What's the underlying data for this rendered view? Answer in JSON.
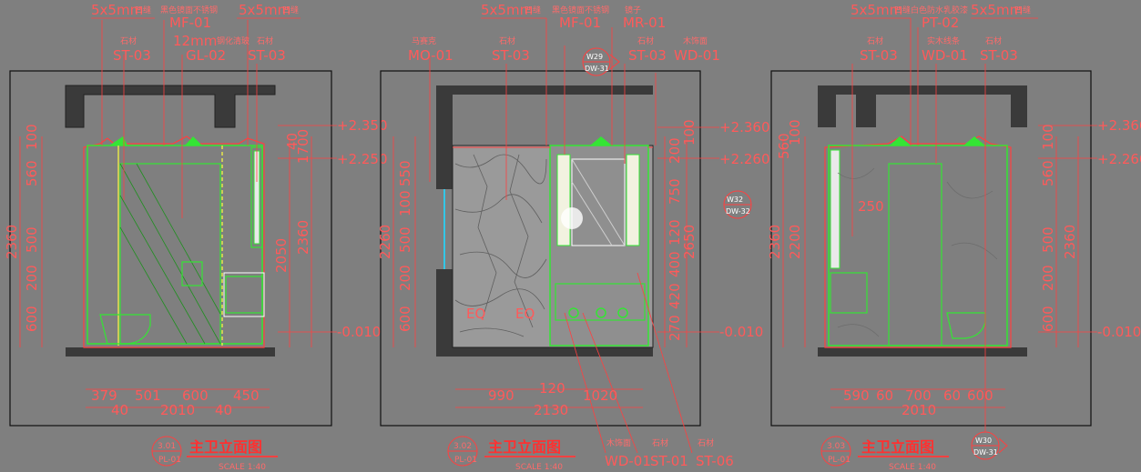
{
  "drawing": {
    "elev1": {
      "tags_top": [
        {
          "text": "5x5mm",
          "note": "凹缝"
        },
        {
          "text": "",
          "note": "黑色镜面不锈钢"
        },
        {
          "text": "MF-01",
          "note": ""
        },
        {
          "text": "5x5mm",
          "note": "凹缝"
        }
      ],
      "material_codes": [
        "ST-03",
        "GL-02",
        "ST-03"
      ],
      "material_notes": [
        "石材",
        "12mm",
        "钢化清玻",
        "石材"
      ],
      "levels": [
        "+2.350",
        "+2.250",
        "-0.010"
      ],
      "vert_dims_left": [
        "2360",
        "560",
        "100",
        "500",
        "200",
        "600"
      ],
      "vert_dims_right": [
        "2360",
        "2050",
        "1700",
        "40"
      ],
      "horiz_dims": [
        "379",
        "501",
        "600",
        "450",
        "40",
        "2010",
        "40"
      ],
      "title": "主卫立面图",
      "num": "3.01",
      "sheet": "PL-01",
      "scale": "SCALE    1:40"
    },
    "elev2": {
      "material_codes": [
        "MO-01",
        "ST-03",
        "MF-01",
        "MR-01",
        "ST-03",
        "WD-01"
      ],
      "material_notes": [
        "马赛克",
        "石材",
        "凹缝",
        "黑色镜面不锈钢",
        "镜子",
        "石材",
        "木饰面"
      ],
      "tags_top": [
        "5x5mm"
      ],
      "levels": [
        "+2.360",
        "+2.260",
        "-0.010"
      ],
      "vert_dims_left": [
        "2260",
        "550",
        "100",
        "500",
        "200",
        "600"
      ],
      "vert_dims_right": [
        "200",
        "100",
        "750",
        "120",
        "2650",
        "270",
        "420",
        "400"
      ],
      "horiz_dims": [
        "990",
        "120",
        "1020",
        "2130"
      ],
      "fixture_labels": [
        "EQ",
        "EQ"
      ],
      "callouts": [
        {
          "id": "W29",
          "ref": "DW-31"
        },
        {
          "id": "W32",
          "ref": "DW-32"
        }
      ],
      "bottom_codes": [
        "WD-01",
        "ST-01",
        "ST-06"
      ],
      "bottom_notes": [
        "木饰面",
        "石材",
        "石材"
      ],
      "title": "主卫立面图",
      "num": "3.02",
      "sheet": "PL-01",
      "scale": "SCALE    1:40"
    },
    "elev3": {
      "tags_top": [
        {
          "text": "5x5mm",
          "note": "凹缝"
        },
        {
          "text": "PT-02",
          "note": "白色防水乳胶漆"
        },
        {
          "text": "5x5mm",
          "note": "凹缝"
        }
      ],
      "material_codes": [
        "ST-03",
        "WD-01",
        "ST-03"
      ],
      "material_notes": [
        "石材",
        "实木线条",
        "石材"
      ],
      "levels": [
        "+2.360",
        "+2.260",
        "-0.010"
      ],
      "vert_dims_left": [
        "2360",
        "2200",
        "100",
        "560"
      ],
      "vert_dims_right": [
        "2360",
        "560",
        "100",
        "500",
        "200",
        "600"
      ],
      "inner_dim": "250",
      "horiz_dims": [
        "590",
        "60",
        "700",
        "60",
        "600",
        "2010"
      ],
      "callout": {
        "id": "W30",
        "ref": "DW-31"
      },
      "title": "主卫立面图",
      "num": "3.03",
      "sheet": "PL-01",
      "scale": "SCALE    1:40"
    }
  }
}
